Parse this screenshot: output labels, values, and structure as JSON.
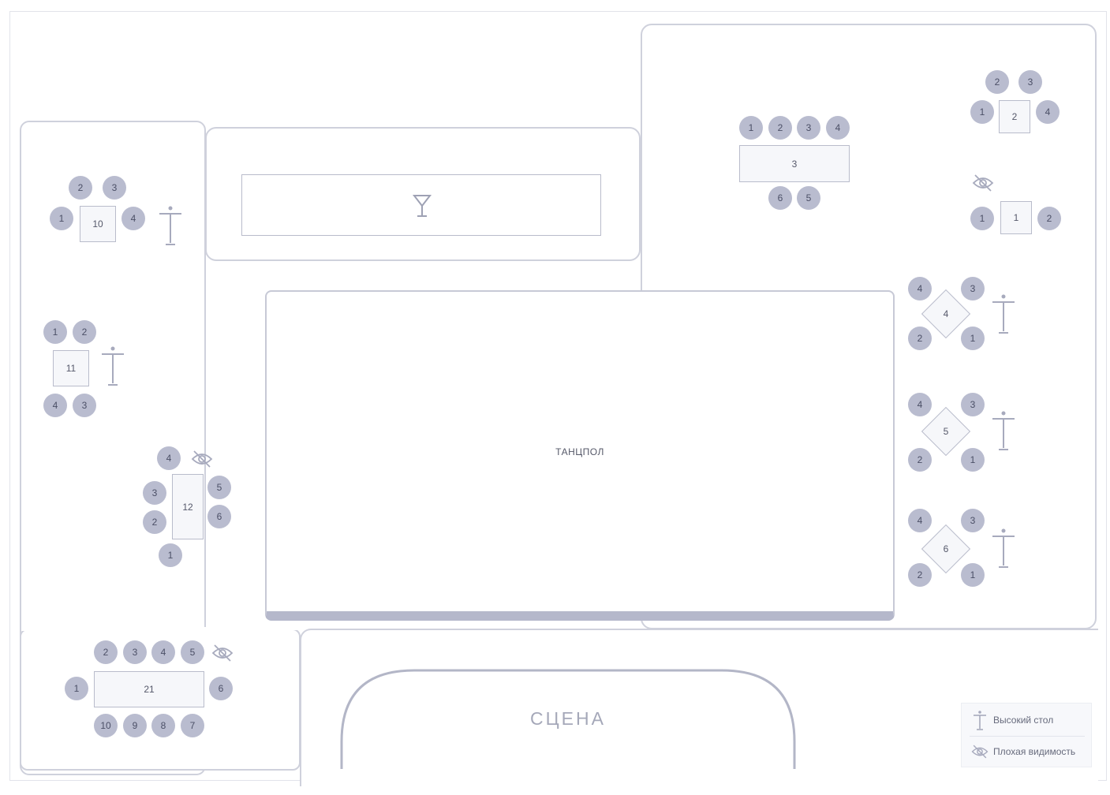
{
  "dance_floor_label": "ТАНЦПОЛ",
  "stage_label": "СЦЕНА",
  "bar_icon": "cocktail-glass-icon",
  "legend": {
    "high_table": "Высокий стол",
    "poor_view": "Плохая видимость"
  },
  "colors": {
    "seat": "#b9bccf",
    "outline": "#cfd1dc",
    "table_fill": "#f6f7fa",
    "stage_edge": "#b3b6c7"
  },
  "tables": {
    "t10": {
      "label": "10",
      "seats": [
        "1",
        "2",
        "3",
        "4"
      ]
    },
    "t11": {
      "label": "11",
      "seats": [
        "1",
        "2",
        "3",
        "4"
      ]
    },
    "t12": {
      "label": "12",
      "seats": [
        "1",
        "2",
        "3",
        "4",
        "5",
        "6"
      ]
    },
    "t21": {
      "label": "21",
      "seats": [
        "1",
        "2",
        "3",
        "4",
        "5",
        "6",
        "7",
        "8",
        "9",
        "10"
      ]
    },
    "t3": {
      "label": "3",
      "seats": [
        "1",
        "2",
        "3",
        "4",
        "5",
        "6"
      ]
    },
    "t2": {
      "label": "2",
      "seats": [
        "1",
        "2",
        "3",
        "4"
      ]
    },
    "t1": {
      "label": "1",
      "seats": [
        "1",
        "2"
      ]
    },
    "t4": {
      "label": "4",
      "seats": [
        "1",
        "2",
        "3",
        "4"
      ]
    },
    "t5": {
      "label": "5",
      "seats": [
        "1",
        "2",
        "3",
        "4"
      ]
    },
    "t6": {
      "label": "6",
      "seats": [
        "1",
        "2",
        "3",
        "4"
      ]
    }
  }
}
